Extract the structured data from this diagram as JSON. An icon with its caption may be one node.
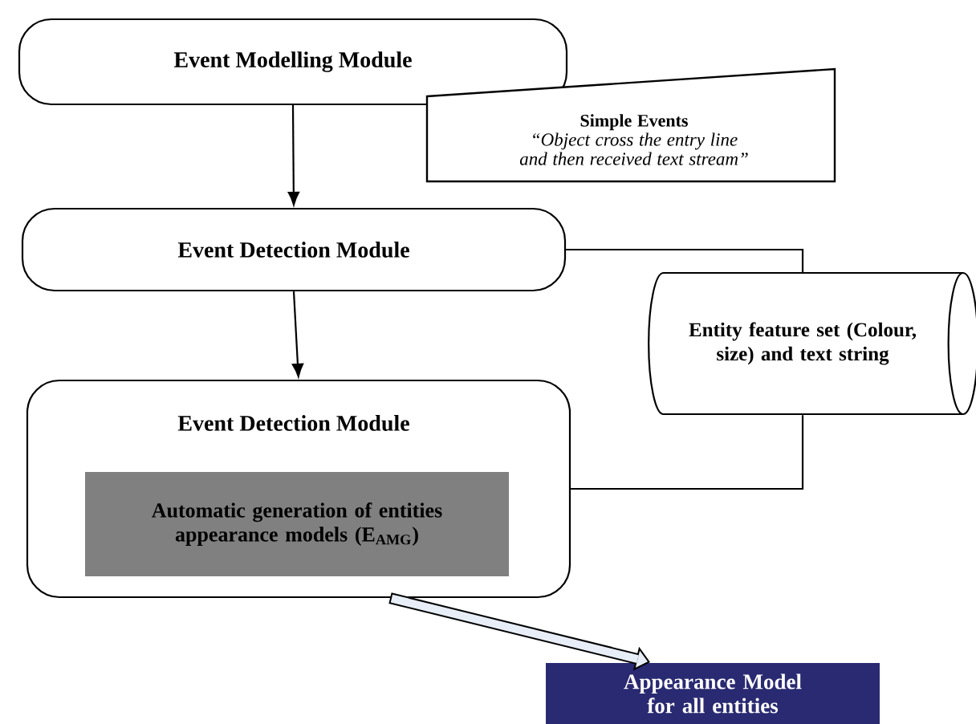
{
  "diagram": {
    "nodes": [
      {
        "text": [
          "Event Modelling Module"
        ]
      },
      {
        "text": [
          "Simple Events",
          "“Object cross the entry line and then received text stream”"
        ]
      },
      {
        "text": [
          "Event Detection Module"
        ]
      },
      {
        "text": [
          "Event Detection Module"
        ]
      },
      {
        "text": [
          "Automatic generation of entities appearance models (E$_{AMG}$)"
        ],
        "in": 3
      },
      {
        "text": [
          "Entity feature set (Colour, size) and text string"
        ]
      },
      {
        "text": [
          "Appearance Model for all entities"
        ]
      }
    ],
    "edges": [
      {
        "from": 0,
        "to": 2,
        "arrow": "to"
      },
      {
        "from": 2,
        "to": 3,
        "arrow": "to"
      },
      {
        "from": 2,
        "to": 5,
        "arrow": "none"
      },
      {
        "from": 5,
        "to": 3,
        "arrow": "none"
      },
      {
        "from": 3,
        "to": 6,
        "arrow": "to",
        "style": "thick"
      }
    ]
  }
}
